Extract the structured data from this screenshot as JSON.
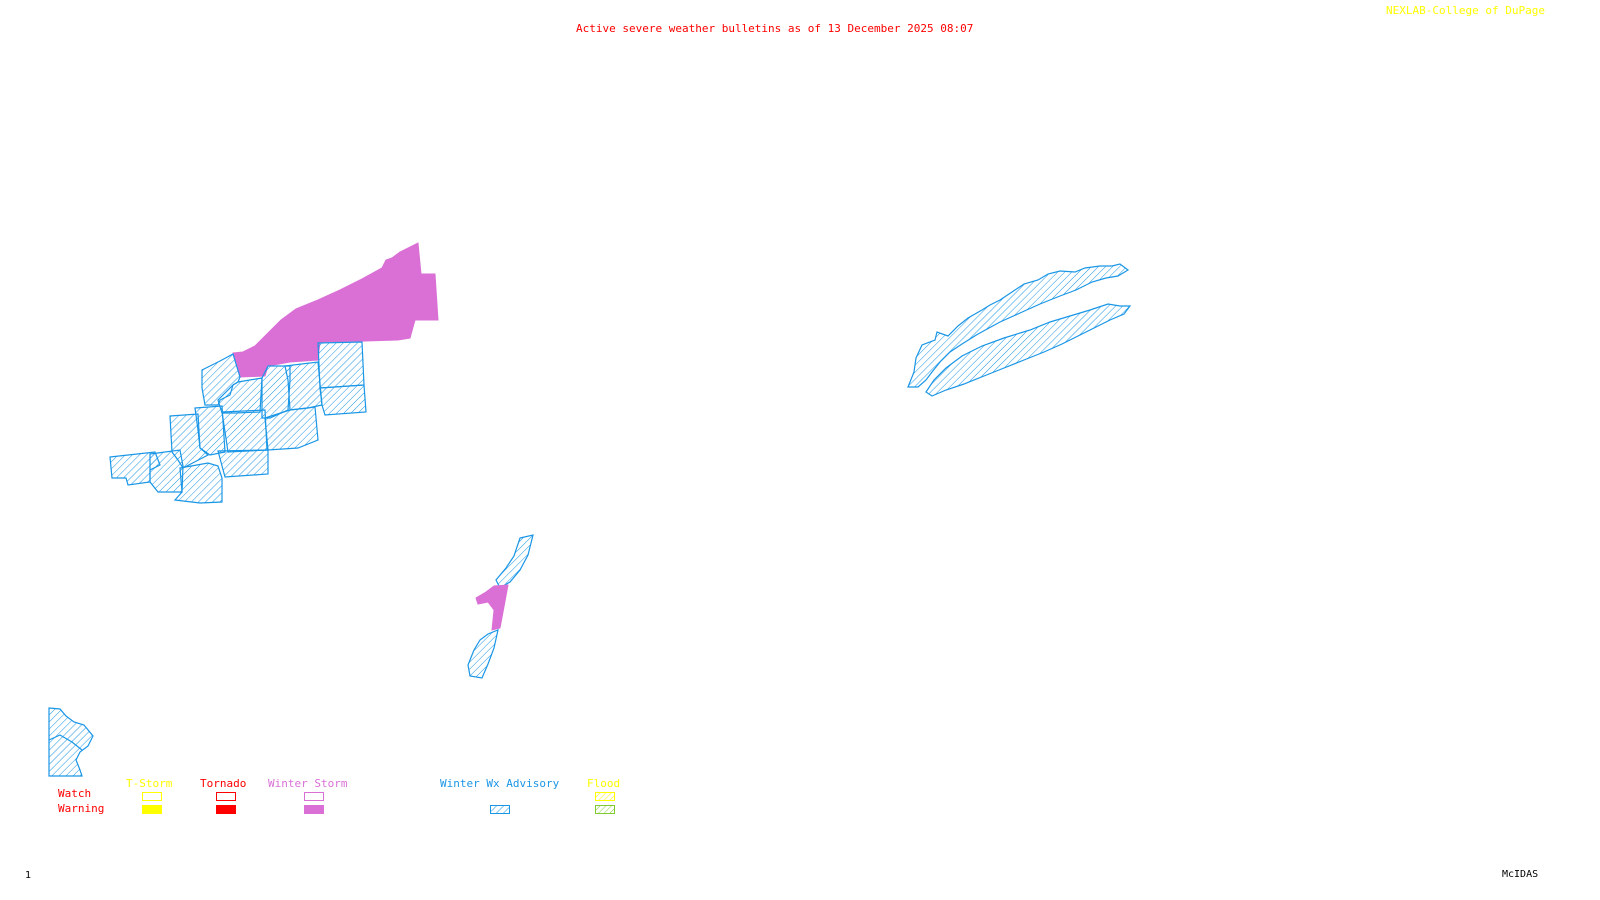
{
  "header": {
    "title": "Active severe weather bulletins as of 13 December 2025 08:07",
    "credit": "NEXLAB-College of DuPage"
  },
  "footer": {
    "frame_number": "1",
    "software": "McIDAS"
  },
  "colors": {
    "tstorm": "#ffff00",
    "tornado": "#ff0000",
    "winter_storm": "#da70d6",
    "winter_wx_advisory": "#1a96e6",
    "flood_watch": "#ffff00",
    "flood_warning": "#80cc33",
    "title": "#ff0000",
    "credit": "#ffff00"
  },
  "legend": {
    "row_labels": {
      "watch": "Watch",
      "warning": "Warning"
    },
    "categories": [
      {
        "id": "tstorm",
        "label": "T-Storm",
        "watch_style": "outline",
        "warning_style": "solid"
      },
      {
        "id": "tornado",
        "label": "Tornado",
        "watch_style": "outline",
        "warning_style": "solid"
      },
      {
        "id": "winter_storm",
        "label": "Winter Storm",
        "watch_style": "outline",
        "warning_style": "solid"
      },
      {
        "id": "winter_wx_advisory",
        "label": "Winter Wx Advisory",
        "watch_style": "none",
        "warning_style": "hatched"
      },
      {
        "id": "flood",
        "label": "Flood",
        "watch_style": "hatched",
        "warning_style": "hatched"
      }
    ]
  },
  "map": {
    "regions": [
      {
        "name": "lake-erie-snowbelt-winter-storm-warning",
        "type": "winter_storm_warning"
      },
      {
        "name": "northeast-ohio-winter-wx-advisory",
        "type": "winter_wx_advisory"
      },
      {
        "name": "long-island-winter-wx-advisory",
        "type": "winter_wx_advisory"
      },
      {
        "name": "narrow-coastal-winter-wx-advisory",
        "type": "winter_wx_advisory"
      },
      {
        "name": "narrow-coastal-winter-storm-warning",
        "type": "winter_storm_warning"
      },
      {
        "name": "southwest-edge-winter-wx-advisory",
        "type": "winter_wx_advisory"
      }
    ]
  }
}
